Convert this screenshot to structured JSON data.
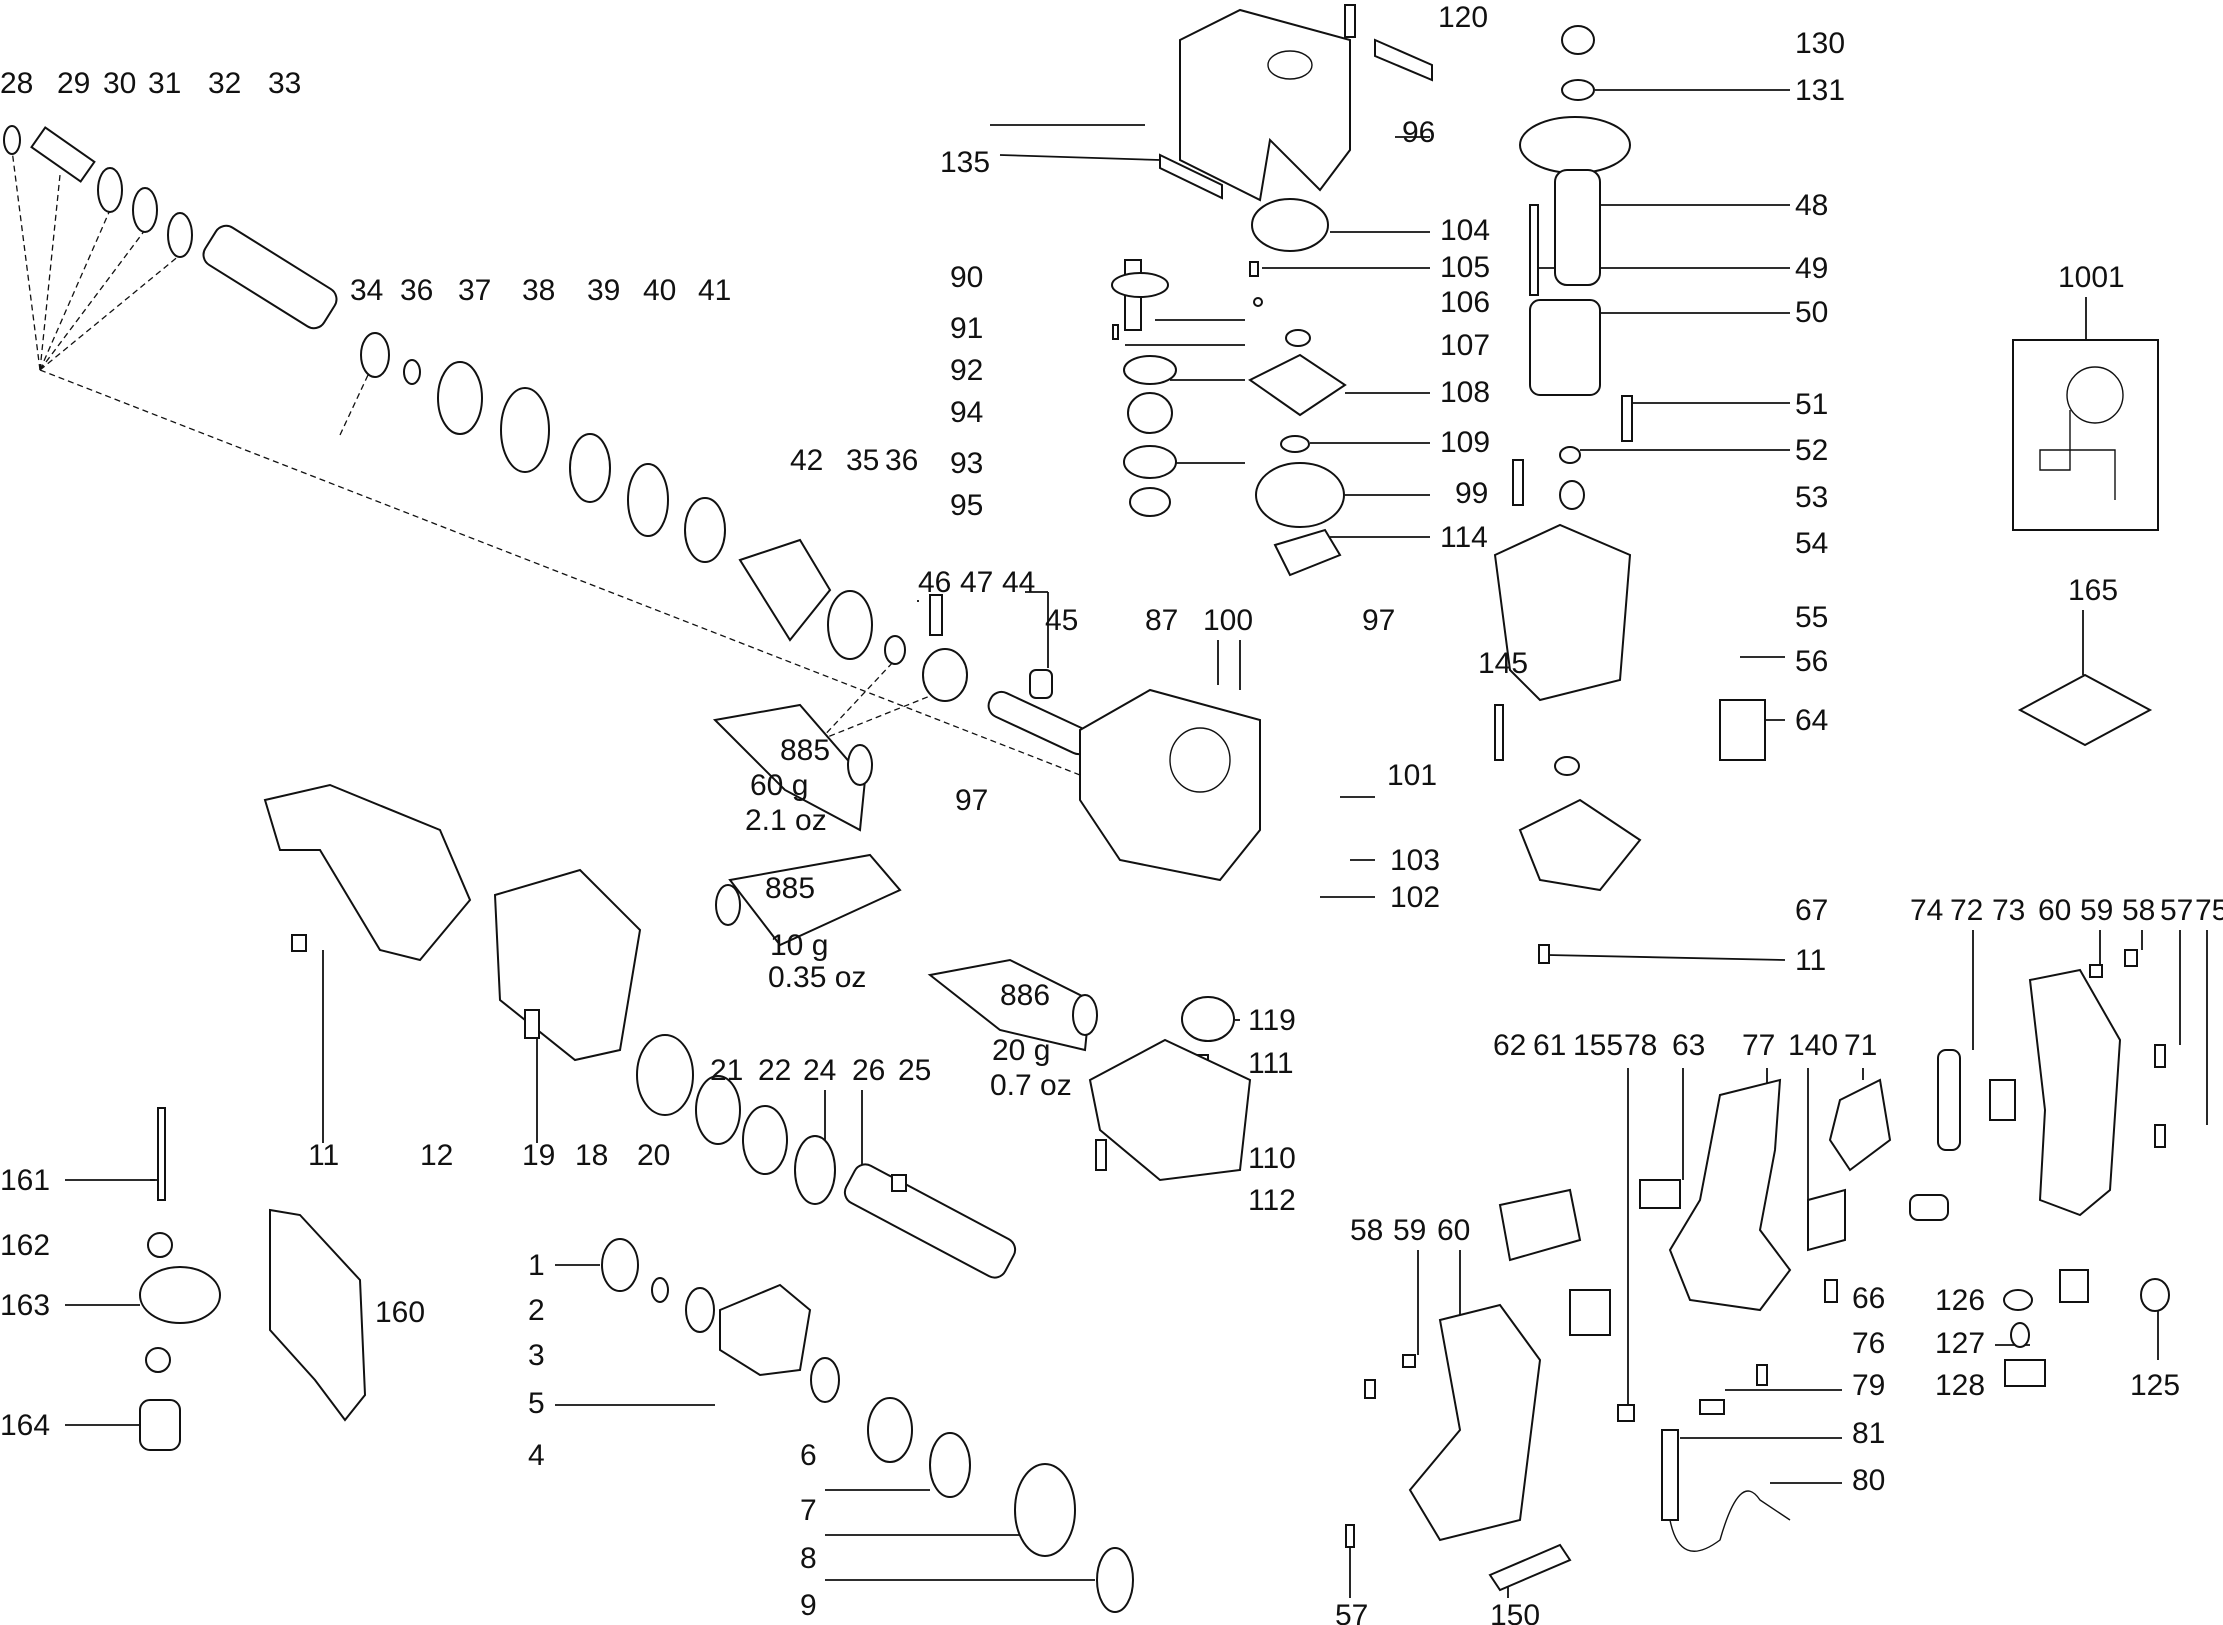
{
  "diagram": {
    "title": "Rotary hammer exploded parts diagram",
    "grease_tubes": [
      {
        "code": "885",
        "weight_g": "60 g",
        "weight_oz": "2.1 oz"
      },
      {
        "code": "885",
        "weight_g": "10 g",
        "weight_oz": "0.35 oz"
      },
      {
        "code": "886",
        "weight_g": "20 g",
        "weight_oz": "0.7 oz"
      }
    ],
    "labels": [
      {
        "id": "28",
        "text": "28"
      },
      {
        "id": "29",
        "text": "29"
      },
      {
        "id": "30",
        "text": "30"
      },
      {
        "id": "31",
        "text": "31"
      },
      {
        "id": "32",
        "text": "32"
      },
      {
        "id": "33",
        "text": "33"
      },
      {
        "id": "34",
        "text": "34"
      },
      {
        "id": "36a",
        "text": "36"
      },
      {
        "id": "37",
        "text": "37"
      },
      {
        "id": "38",
        "text": "38"
      },
      {
        "id": "39",
        "text": "39"
      },
      {
        "id": "40",
        "text": "40"
      },
      {
        "id": "41",
        "text": "41"
      },
      {
        "id": "42",
        "text": "42"
      },
      {
        "id": "35",
        "text": "35"
      },
      {
        "id": "36b",
        "text": "36"
      },
      {
        "id": "46",
        "text": "46"
      },
      {
        "id": "47",
        "text": "47"
      },
      {
        "id": "44",
        "text": "44"
      },
      {
        "id": "45",
        "text": "45"
      },
      {
        "id": "87",
        "text": "87"
      },
      {
        "id": "100",
        "text": "100"
      },
      {
        "id": "97a",
        "text": "97"
      },
      {
        "id": "101",
        "text": "101"
      },
      {
        "id": "103",
        "text": "103"
      },
      {
        "id": "102",
        "text": "102"
      },
      {
        "id": "97b",
        "text": "97"
      },
      {
        "id": "120",
        "text": "120"
      },
      {
        "id": "96",
        "text": "96"
      },
      {
        "id": "135",
        "text": "135"
      },
      {
        "id": "104",
        "text": "104"
      },
      {
        "id": "105",
        "text": "105"
      },
      {
        "id": "106",
        "text": "106"
      },
      {
        "id": "107",
        "text": "107"
      },
      {
        "id": "108",
        "text": "108"
      },
      {
        "id": "109",
        "text": "109"
      },
      {
        "id": "99",
        "text": "99"
      },
      {
        "id": "114",
        "text": "114"
      },
      {
        "id": "90",
        "text": "90"
      },
      {
        "id": "91",
        "text": "91"
      },
      {
        "id": "92",
        "text": "92"
      },
      {
        "id": "94",
        "text": "94"
      },
      {
        "id": "93",
        "text": "93"
      },
      {
        "id": "95",
        "text": "95"
      },
      {
        "id": "130",
        "text": "130"
      },
      {
        "id": "131",
        "text": "131"
      },
      {
        "id": "48",
        "text": "48"
      },
      {
        "id": "49",
        "text": "49"
      },
      {
        "id": "50",
        "text": "50"
      },
      {
        "id": "51",
        "text": "51"
      },
      {
        "id": "52",
        "text": "52"
      },
      {
        "id": "53",
        "text": "53"
      },
      {
        "id": "54",
        "text": "54"
      },
      {
        "id": "145",
        "text": "145"
      },
      {
        "id": "55",
        "text": "55"
      },
      {
        "id": "56",
        "text": "56"
      },
      {
        "id": "64",
        "text": "64"
      },
      {
        "id": "67",
        "text": "67"
      },
      {
        "id": "11b",
        "text": "11"
      },
      {
        "id": "1001",
        "text": "1001"
      },
      {
        "id": "165",
        "text": "165"
      },
      {
        "id": "74",
        "text": "74"
      },
      {
        "id": "72",
        "text": "72"
      },
      {
        "id": "73",
        "text": "73"
      },
      {
        "id": "60b",
        "text": "60"
      },
      {
        "id": "59b",
        "text": "59"
      },
      {
        "id": "58b",
        "text": "58"
      },
      {
        "id": "57b",
        "text": "57"
      },
      {
        "id": "75",
        "text": "75"
      },
      {
        "id": "119",
        "text": "119"
      },
      {
        "id": "111",
        "text": "111"
      },
      {
        "id": "110",
        "text": "110"
      },
      {
        "id": "112",
        "text": "112"
      },
      {
        "id": "11a",
        "text": "11"
      },
      {
        "id": "12",
        "text": "12"
      },
      {
        "id": "19",
        "text": "19"
      },
      {
        "id": "18",
        "text": "18"
      },
      {
        "id": "20",
        "text": "20"
      },
      {
        "id": "21",
        "text": "21"
      },
      {
        "id": "22",
        "text": "22"
      },
      {
        "id": "24",
        "text": "24"
      },
      {
        "id": "26",
        "text": "26"
      },
      {
        "id": "25",
        "text": "25"
      },
      {
        "id": "161",
        "text": "161"
      },
      {
        "id": "162",
        "text": "162"
      },
      {
        "id": "163",
        "text": "163"
      },
      {
        "id": "164",
        "text": "164"
      },
      {
        "id": "160",
        "text": "160"
      },
      {
        "id": "1",
        "text": "1"
      },
      {
        "id": "2",
        "text": "2"
      },
      {
        "id": "3",
        "text": "3"
      },
      {
        "id": "5",
        "text": "5"
      },
      {
        "id": "4",
        "text": "4"
      },
      {
        "id": "6",
        "text": "6"
      },
      {
        "id": "7",
        "text": "7"
      },
      {
        "id": "8",
        "text": "8"
      },
      {
        "id": "9",
        "text": "9"
      },
      {
        "id": "62",
        "text": "62"
      },
      {
        "id": "61",
        "text": "61"
      },
      {
        "id": "155",
        "text": "155"
      },
      {
        "id": "78",
        "text": "78"
      },
      {
        "id": "63",
        "text": "63"
      },
      {
        "id": "77",
        "text": "77"
      },
      {
        "id": "140",
        "text": "140"
      },
      {
        "id": "71",
        "text": "71"
      },
      {
        "id": "58a",
        "text": "58"
      },
      {
        "id": "59a",
        "text": "59"
      },
      {
        "id": "60a",
        "text": "60"
      },
      {
        "id": "57a",
        "text": "57"
      },
      {
        "id": "150",
        "text": "150"
      },
      {
        "id": "66",
        "text": "66"
      },
      {
        "id": "76",
        "text": "76"
      },
      {
        "id": "79",
        "text": "79"
      },
      {
        "id": "81",
        "text": "81"
      },
      {
        "id": "80",
        "text": "80"
      },
      {
        "id": "126",
        "text": "126"
      },
      {
        "id": "127",
        "text": "127"
      },
      {
        "id": "128",
        "text": "128"
      },
      {
        "id": "125",
        "text": "125"
      }
    ]
  }
}
